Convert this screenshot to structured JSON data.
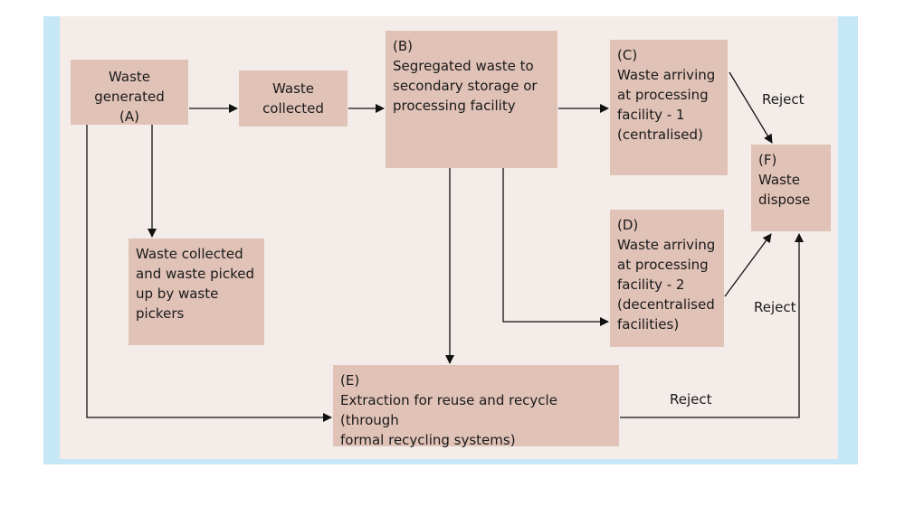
{
  "nodes": {
    "a": "Waste generated\n(A)",
    "collected": "Waste\ncollected",
    "b": "(B)\nSegregated waste to\nsecondary storage or\nprocessing facility",
    "c": "(C)\nWaste arriving\nat processing\nfacility - 1\n(centralised)",
    "f": "(F)\nWaste\ndispose",
    "pickers": "Waste collected\nand waste picked\nup by waste\npickers",
    "d": "(D)\nWaste arriving\nat processing\nfacility - 2\n(decentralised\nfacilities)",
    "e": "(E)\nExtraction for reuse and recycle (through\nformal recycling systems)"
  },
  "edge_labels": {
    "reject_c": "Reject",
    "reject_d": "Reject",
    "reject_e": "Reject"
  }
}
